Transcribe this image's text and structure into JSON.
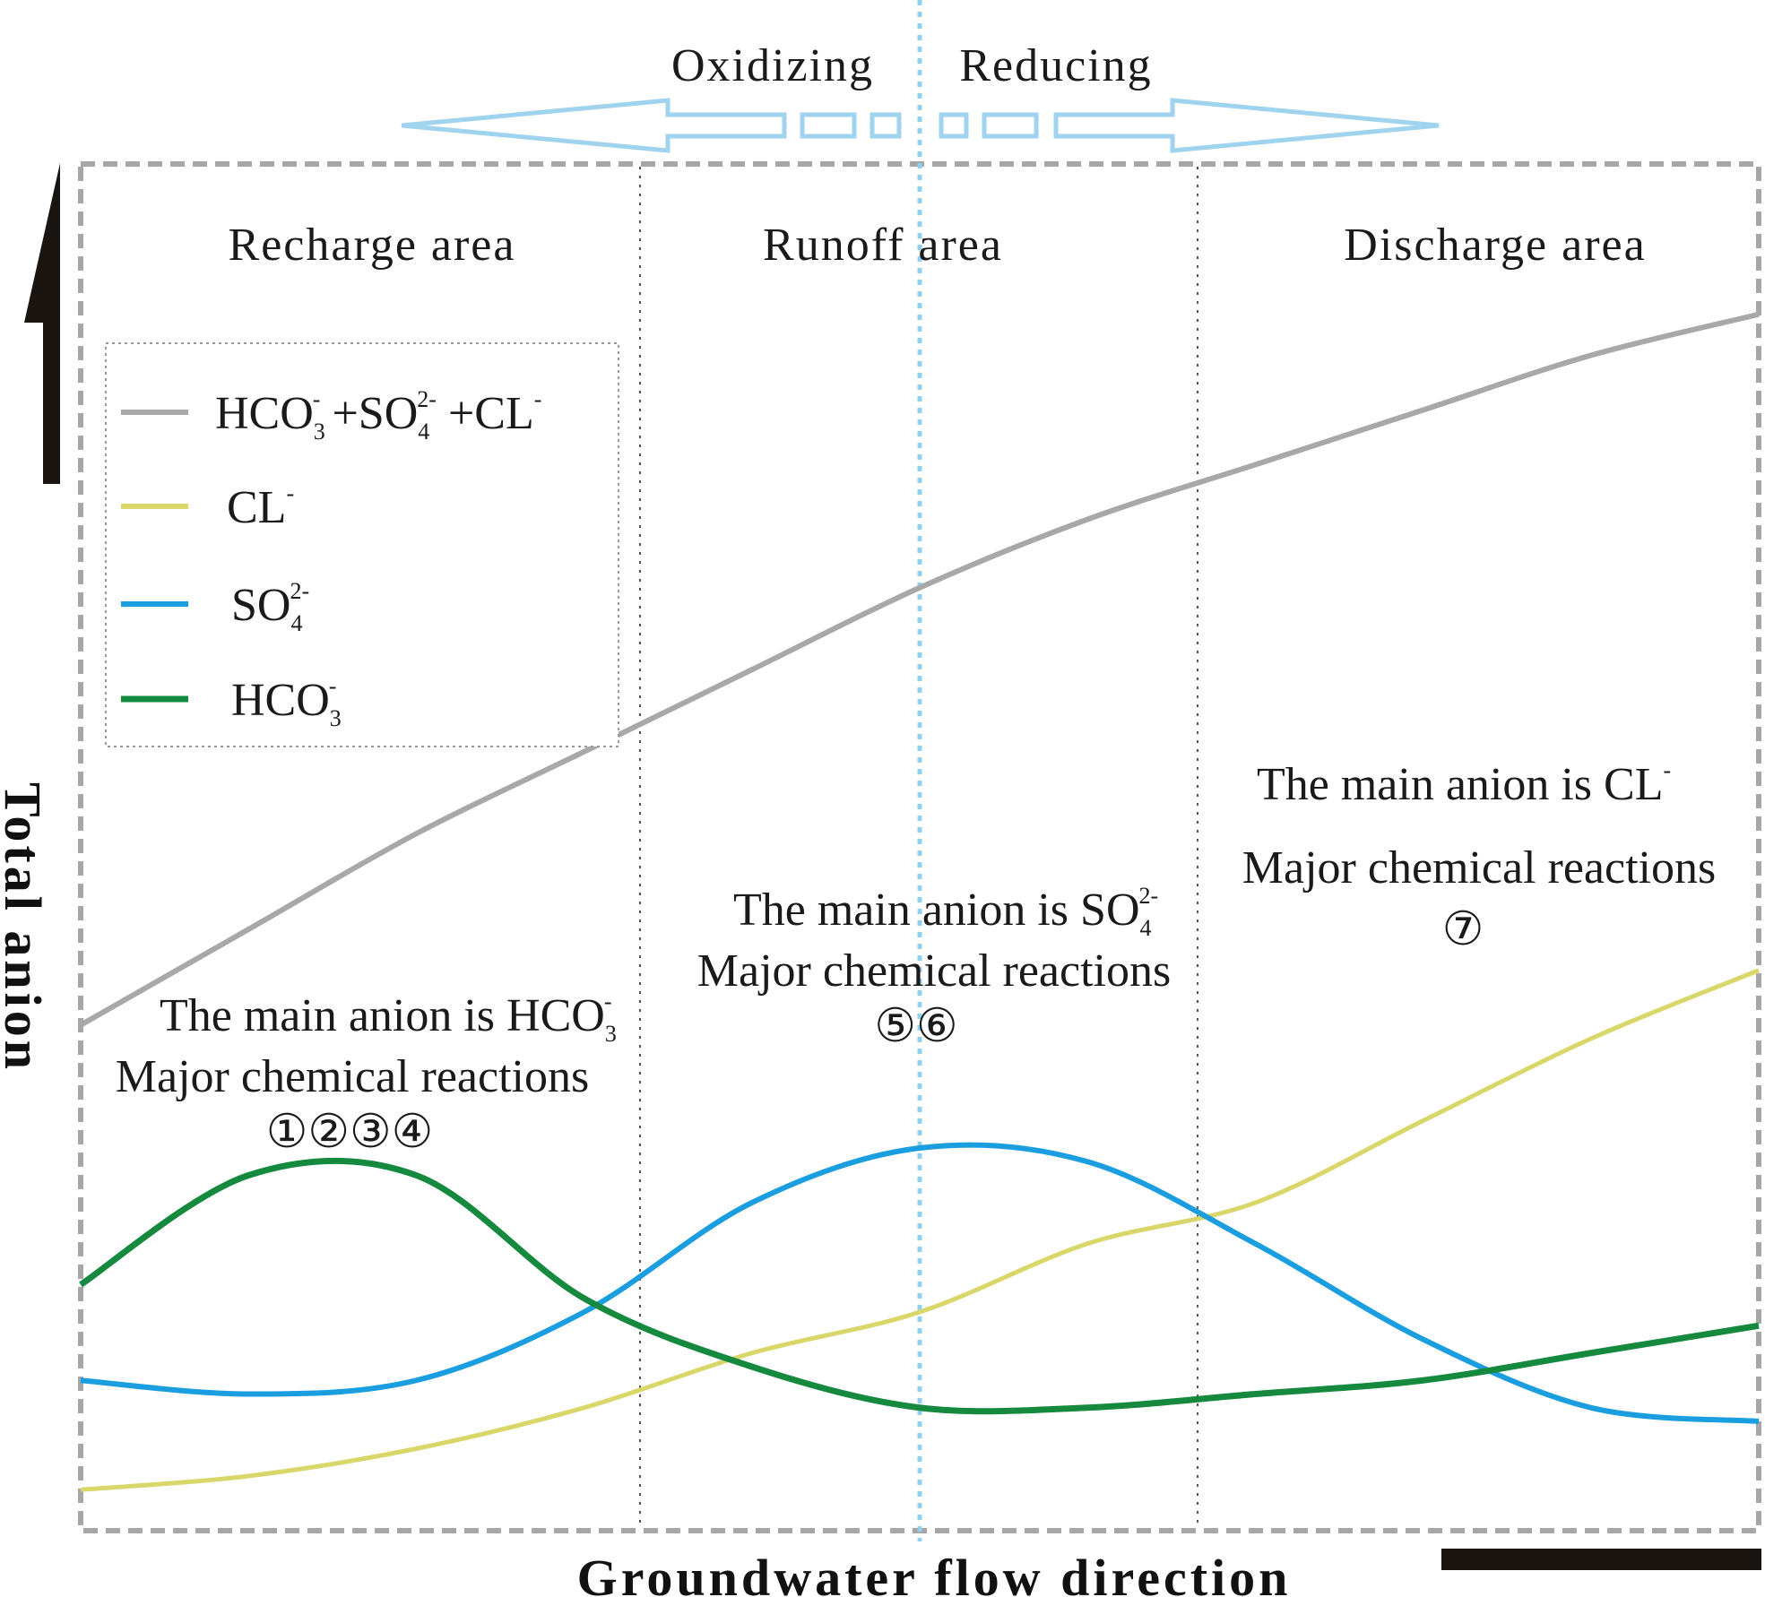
{
  "redox": {
    "left": "Oxidizing",
    "right": "Reducing"
  },
  "areas": {
    "recharge": "Recharge area",
    "runoff": "Runoff area",
    "discharge": "Discharge area"
  },
  "axes": {
    "x_title": "Groundwater flow direction",
    "y_title": "Total anion"
  },
  "legend": [
    {
      "base": "HCO",
      "sub1": "3",
      "sup1": "-",
      "mid": " +SO",
      "sub2": "4",
      "sup2": "2-",
      "tail": " +CL",
      "sup3": "-",
      "color": "#a8a8a8"
    },
    {
      "base": "CL",
      "sup1": "-",
      "color": "#d9d66a"
    },
    {
      "base": "SO",
      "sub1": "4",
      "sup1": "2-",
      "color": "#1a9ee0"
    },
    {
      "base": "HCO",
      "sub1": "3",
      "sup1": "-",
      "color": "#15893e"
    }
  ],
  "annotations": {
    "recharge": {
      "line1_prefix": "The main anion is HCO",
      "line1_sub": "3",
      "line1_sup": "-",
      "line2": "Major chemical reactions",
      "line3": "①②③④"
    },
    "runoff": {
      "line1_prefix": "The main anion is SO",
      "line1_sub": "4",
      "line1_sup": "2-",
      "line2": "Major chemical reactions",
      "line3": "⑤⑥"
    },
    "discharge": {
      "line1_prefix": "The main anion is CL",
      "line1_sup": "-",
      "line2": "Major chemical reactions",
      "line3": "⑦"
    }
  },
  "colors": {
    "total": "#a8a8a8",
    "cl": "#d9d66a",
    "so4": "#1a9ee0",
    "hco3": "#15893e",
    "redox_arrow": "#9fd3ee",
    "frame": "#a6a6a6",
    "axis_arrow": "#1a1511"
  },
  "chart_data": {
    "type": "line",
    "xlabel": "Groundwater flow direction",
    "ylabel": "Total anion",
    "x": [
      0,
      0.1,
      0.2,
      0.3,
      0.4,
      0.5,
      0.6,
      0.7,
      0.8,
      0.9,
      1.0
    ],
    "series": [
      {
        "name": "HCO3- +SO42- +CL-",
        "values": [
          0.37,
          0.44,
          0.51,
          0.57,
          0.63,
          0.69,
          0.74,
          0.78,
          0.82,
          0.86,
          0.89
        ]
      },
      {
        "name": "CL-",
        "values": [
          0.03,
          0.04,
          0.06,
          0.09,
          0.13,
          0.16,
          0.21,
          0.24,
          0.3,
          0.36,
          0.41
        ]
      },
      {
        "name": "SO42-",
        "values": [
          0.11,
          0.1,
          0.11,
          0.16,
          0.24,
          0.28,
          0.27,
          0.21,
          0.14,
          0.09,
          0.08
        ]
      },
      {
        "name": "HCO3-",
        "values": [
          0.18,
          0.26,
          0.26,
          0.17,
          0.12,
          0.09,
          0.09,
          0.1,
          0.11,
          0.13,
          0.15
        ]
      }
    ]
  }
}
